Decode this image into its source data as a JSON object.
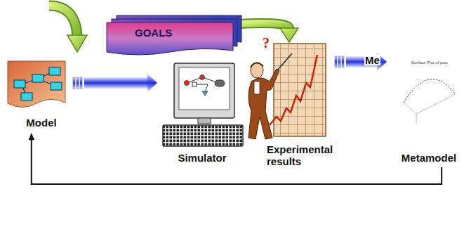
{
  "diagram": {
    "nodes": [
      {
        "text": [
          "Model"
        ]
      },
      {
        "text": [
          "Simulator"
        ]
      },
      {
        "text": [
          "Experimental results"
        ]
      },
      {
        "text": [
          "Metamodel"
        ]
      },
      {
        "text": [
          "GOALS"
        ]
      }
    ],
    "edges": [
      {
        "from": 0,
        "to": 1,
        "arrow": "to"
      },
      {
        "from": 2,
        "to": 3,
        "arrow": "to"
      },
      {
        "from": 3,
        "to": 0,
        "arrow": "to"
      },
      {
        "from": 4,
        "to": 2,
        "arrow": "to"
      }
    ],
    "labels": [
      "?",
      "Me",
      "Surface Plot of pwc"
    ]
  }
}
